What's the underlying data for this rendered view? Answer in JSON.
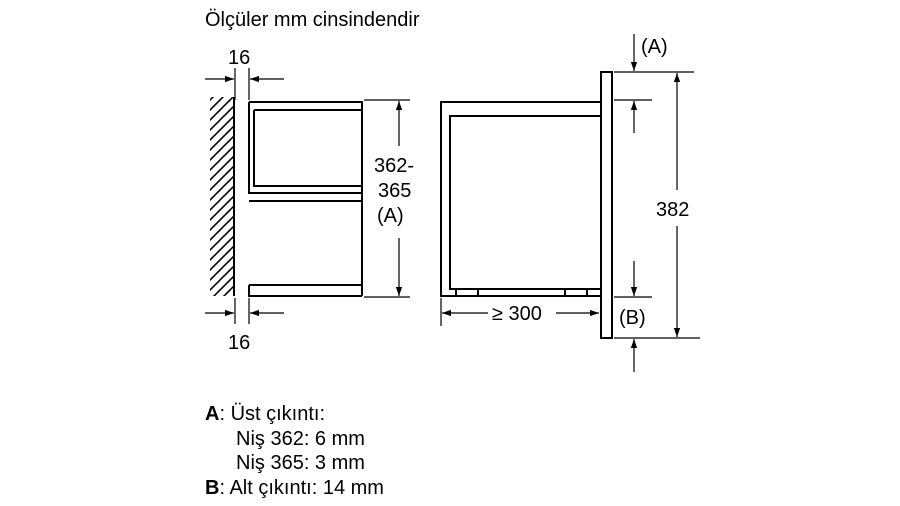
{
  "title": "Ölçüler mm cinsindendir",
  "dimensions": {
    "wall_gap_top": "16",
    "wall_gap_bottom": "16",
    "niche_height_line1": "362-",
    "niche_height_line2": "365",
    "niche_height_line3": "(A)",
    "depth": "≥ 300",
    "total_height": "382",
    "marker_a": "(A)",
    "marker_b": "(B)"
  },
  "legend": {
    "a_key": "A",
    "a_text": ": Üst çıkıntı:",
    "a_line2": "Niş 362: 6 mm",
    "a_line3": "Niş 365: 3 mm",
    "b_key": "B",
    "b_text": ": Alt çıkıntı: 14 mm"
  }
}
